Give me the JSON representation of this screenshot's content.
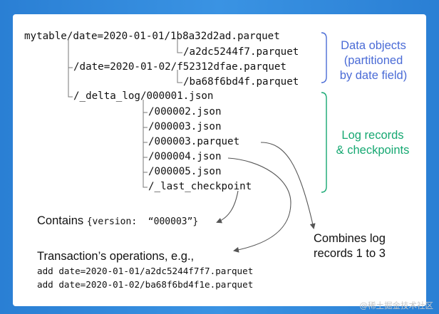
{
  "paths": {
    "line1": "mytable/date=2020-01-01/1b8a32d2ad.parquet",
    "line2": "/a2dc5244f7.parquet",
    "line3": "/date=2020-01-02/f52312dfae.parquet",
    "line4": "/ba68f6bd4f.parquet",
    "line5": "/_delta_log/000001.json",
    "line6": "/000002.json",
    "line7": "/000003.json",
    "line8": "/000003.parquet",
    "line9": "/000004.json",
    "line10": "/000005.json",
    "line11": "/_last_checkpoint"
  },
  "labels": {
    "data_objects": "Data objects\n(partitioned\nby date field)",
    "log_records": "Log records\n& checkpoints"
  },
  "notes": {
    "contains_prefix": "Contains ",
    "contains_code": "{version:  “000003”}",
    "combines": "Combines log\nrecords 1 to 3",
    "transaction_title": "Transaction’s operations, e.g.,",
    "op1": "add date=2020-01-01/a2dc5244f7f7.parquet",
    "op2": "add date=2020-01-02/ba68f6bd4f1e.parquet"
  },
  "watermark": "@稀土掘金技术社区",
  "colors": {
    "background": "#2f86d8",
    "card": "#ffffff",
    "blue_label": "#4a6bd6",
    "green_label": "#16a872",
    "connector": "#555555"
  }
}
